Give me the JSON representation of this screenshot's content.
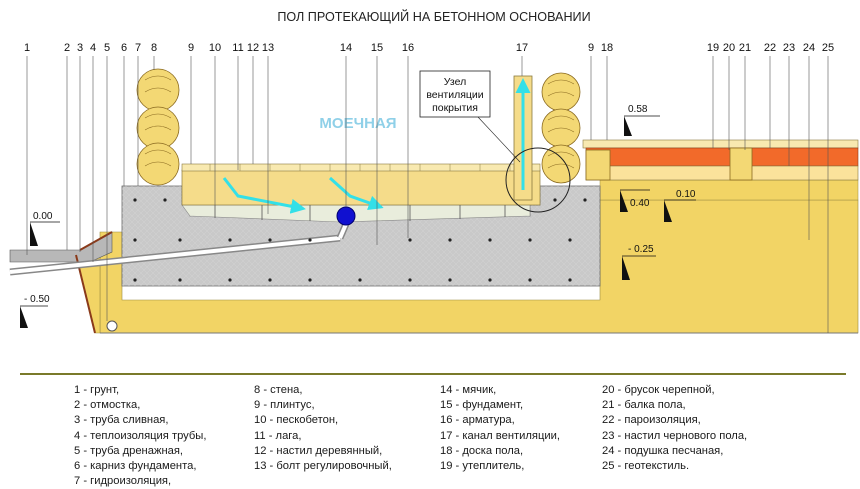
{
  "title": "ПОЛ ПРОТЕКАЮЩИЙ НА БЕТОННОМ ОСНОВАНИИ",
  "room_label": "МОЕЧНАЯ",
  "callout": {
    "line1": "Узел",
    "line2": "вентиляции",
    "line3": "покрытия"
  },
  "callout_numbers": [
    "1",
    "2",
    "3",
    "4",
    "5",
    "6",
    "7",
    "8",
    "9",
    "10",
    "11",
    "12",
    "13",
    "14",
    "15",
    "16",
    "17",
    "9",
    "18",
    "19",
    "20",
    "21",
    "22",
    "23",
    "24",
    "25"
  ],
  "levels": {
    "zero": "0.00",
    "minus050": "- 0.50",
    "plus058": "0.58",
    "plus040": "0.40",
    "plus010": "0.10",
    "minus025": "- 0.25"
  },
  "legend": {
    "col1": [
      "1 - грунт,",
      "2 - отмостка,",
      "3 - труба сливная,",
      "4 - теплоизоляция трубы,",
      "5 - труба дренажная,",
      "6 - карниз фундамента,",
      "7 - гидроизоляция,"
    ],
    "col2": [
      "8 - стена,",
      "9 - плинтус,",
      "10 - пескобетон,",
      "11 - лага,",
      "12 - настил деревянный,",
      "13 - болт  регулировочный,"
    ],
    "col3": [
      "14 - мячик,",
      "15 - фундамент,",
      "16 - арматура,",
      "17 - канал вентиляции,",
      "18 - доска пола,",
      "19 - утеплитель,"
    ],
    "col4": [
      "20 - брусок черепной,",
      "21 - балка пола,",
      "22 - пароизоляция,",
      "23 - настил чернового пола,",
      "24 - подушка песчаная,",
      "25 - геотекстиль."
    ]
  },
  "colors": {
    "sand": "#f2d465",
    "concrete": "#c9c9c9",
    "wood": "#f5dc8a",
    "log": "#f3d874",
    "insulation": "#f26a2a",
    "arrow": "#33e0e8",
    "ball": "#1010d0",
    "room_label": "#8fd0e8",
    "divider": "#7a7a2a"
  }
}
